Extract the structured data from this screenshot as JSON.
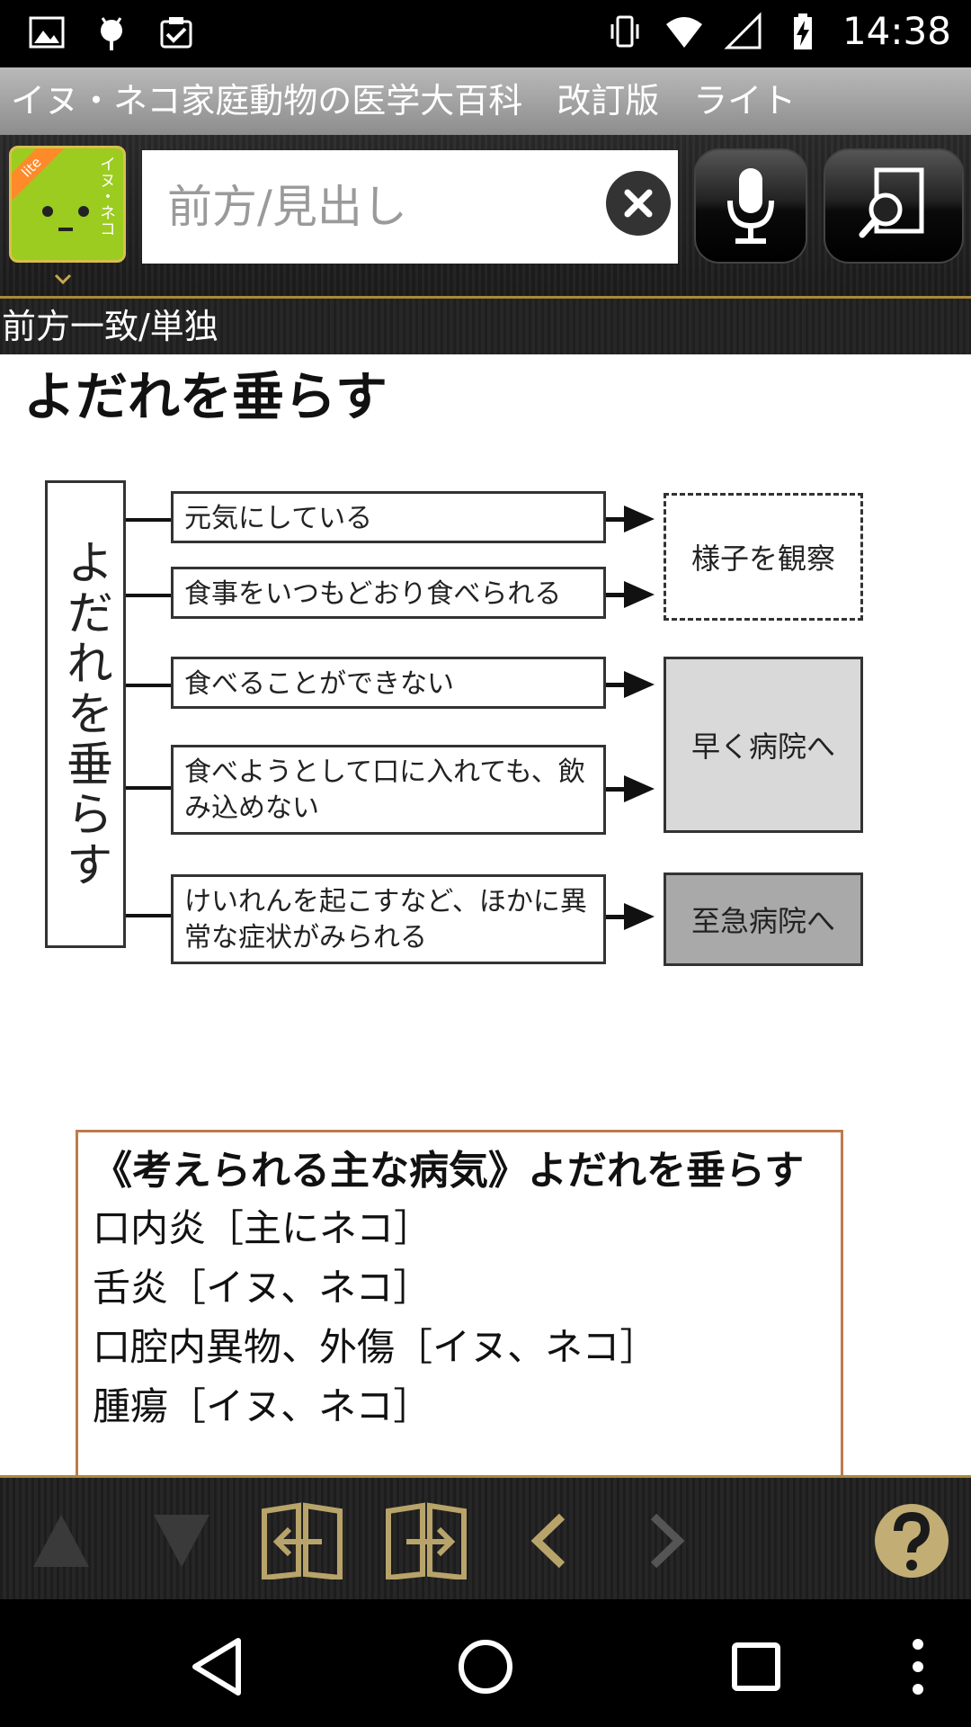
{
  "status_bar": {
    "time": "14:38",
    "left_icons": [
      "image-icon",
      "android-icon",
      "clipboard-check-icon"
    ],
    "right_icons": [
      "vibrate-icon",
      "wifi-icon",
      "signal-icon",
      "battery-charging-icon"
    ]
  },
  "app": {
    "title": "イヌ・ネコ家庭動物の医学大百科　改訂版　ライト",
    "icon_badge": "lite",
    "icon_side_text": "イヌ・ネコ"
  },
  "search": {
    "placeholder": "前方/見出し",
    "value": ""
  },
  "mode": {
    "label": "前方一致/単独"
  },
  "article": {
    "heading": "よだれを垂らす",
    "flow": {
      "root": "よだれを垂らす",
      "conditions": [
        "元気にしている",
        "食事をいつもどおり食べられる",
        "食べることができない",
        "食べようとして口に入れても、飲み込めない",
        "けいれんを起こすなど、ほかに異常な症状がみられる"
      ],
      "results": [
        "様子を観察",
        "早く病院へ",
        "至急病院へ"
      ]
    },
    "diseases": {
      "title": "《考えられる主な病気》よだれを垂らす",
      "items": [
        "口内炎［主にネコ］",
        "舌炎［イヌ、ネコ］",
        "口腔内異物、外傷［イヌ、ネコ］",
        "腫瘍［イヌ、ネコ］"
      ]
    }
  },
  "colors": {
    "accent_gold": "#a78a3a",
    "icon_green": "#9ccc1f",
    "result_box_light": "#d9d9d9",
    "result_box_dark": "#a9a9a9",
    "disease_border": "#c07a4a"
  }
}
